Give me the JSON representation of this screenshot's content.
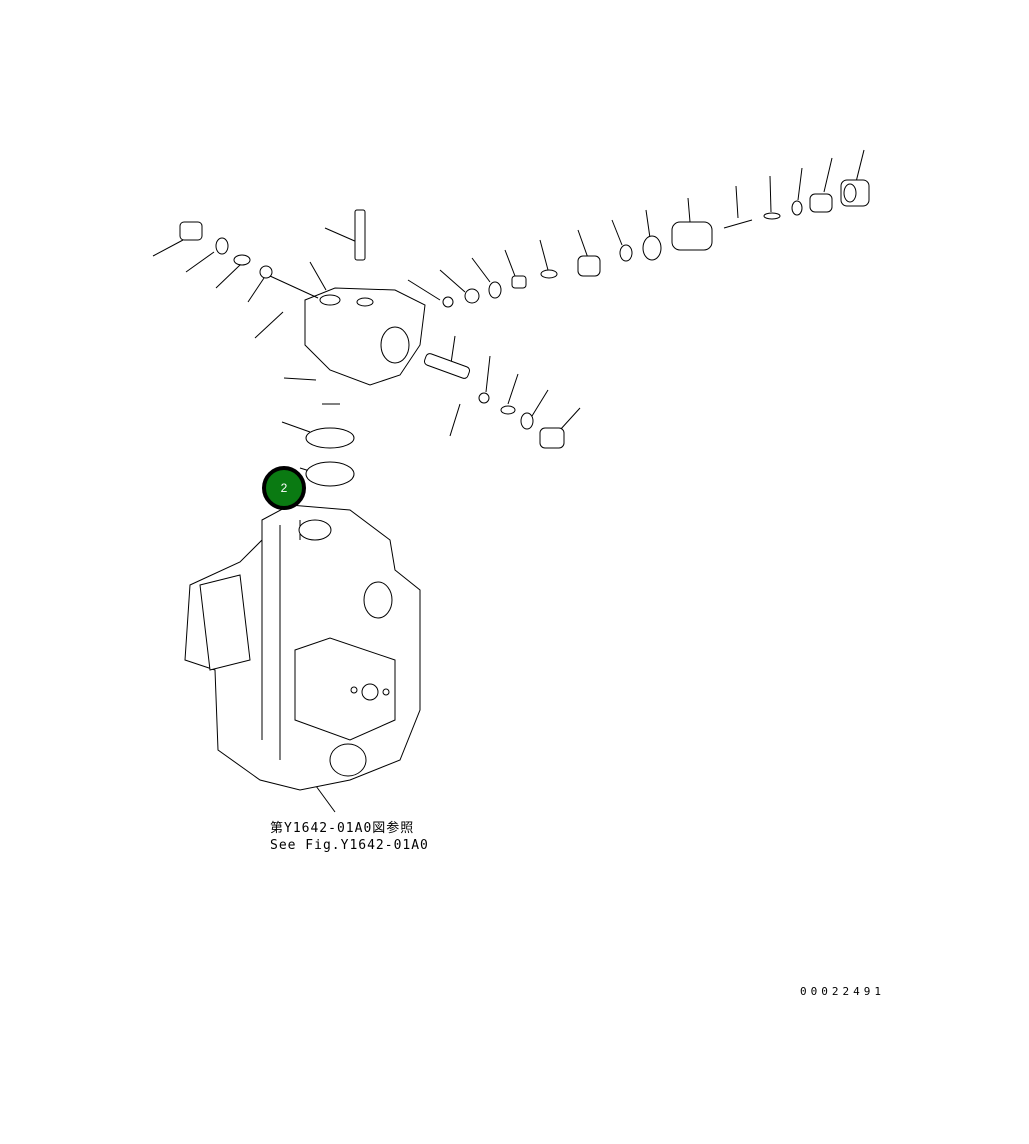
{
  "diagram": {
    "type": "exploded-parts-view",
    "callout": {
      "number": "2",
      "color": "#0a7a12"
    },
    "reference_note": {
      "line1": "第Y1642-01A0図参照",
      "line2": "See Fig.Y1642-01A0"
    },
    "drawing_code": "00022491"
  }
}
